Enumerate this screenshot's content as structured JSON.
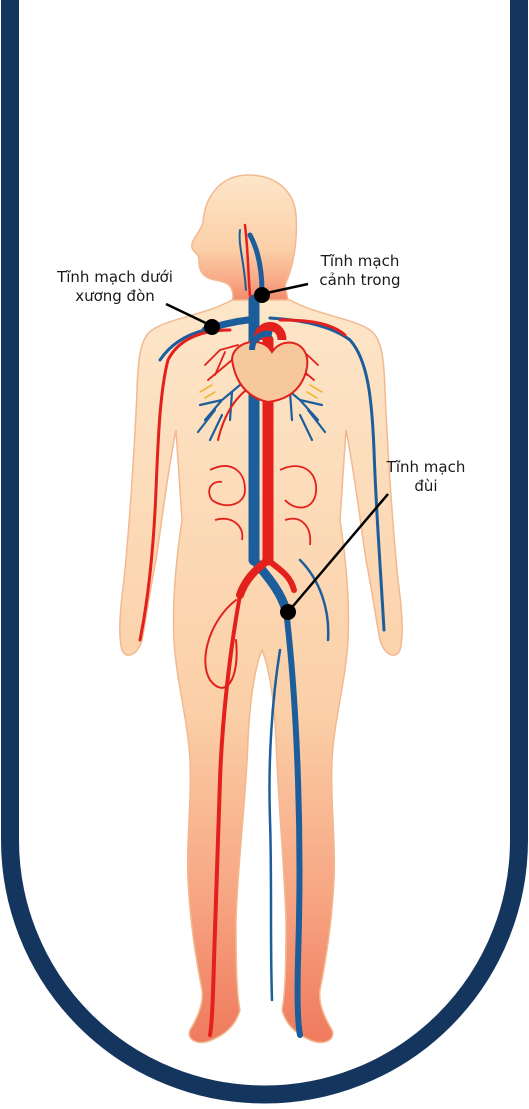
{
  "colors": {
    "frame": "#14365e",
    "skin_light": "#fde0c0",
    "skin_dark": "#f08262",
    "artery": "#e3201b",
    "vein": "#1c5e9c",
    "marker": "#000000"
  },
  "labels": {
    "subclavian_vein": {
      "line1": "Tĩnh mạch dưới",
      "line2": "xương đòn"
    },
    "internal_jugular_vein": {
      "line1": "Tĩnh mạch",
      "line2": "cảnh trong"
    },
    "femoral_vein": {
      "line1": "Tĩnh mạch",
      "line2": "đùi"
    }
  }
}
